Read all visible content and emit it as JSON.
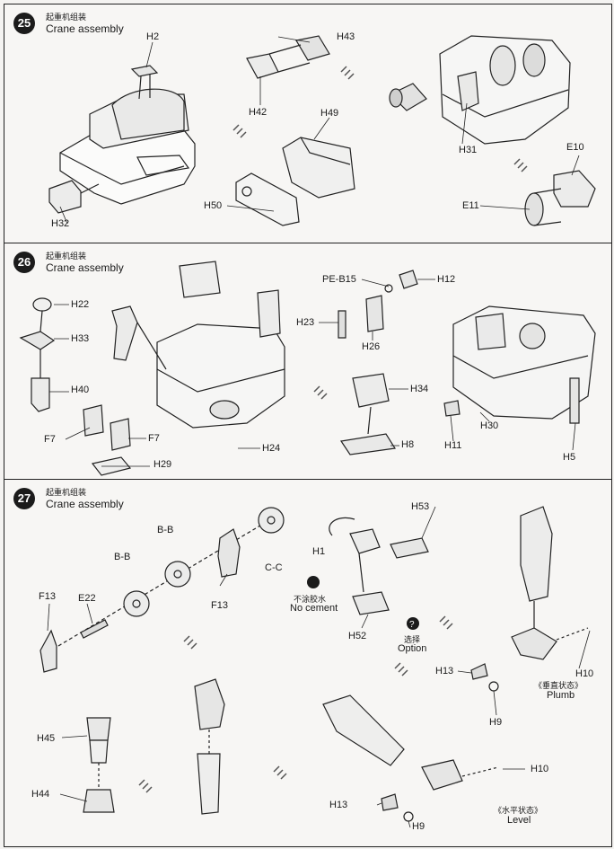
{
  "steps": [
    {
      "number": "25",
      "title_cn": "起重机组装",
      "title_en": "Crane assembly"
    },
    {
      "number": "26",
      "title_cn": "起重机组装",
      "title_en": "Crane assembly"
    },
    {
      "number": "27",
      "title_cn": "起重机组装",
      "title_en": "Crane assembly"
    }
  ],
  "parts25": {
    "h2": "H2",
    "h43": "H43",
    "h42": "H42",
    "h49": "H49",
    "h50": "H50",
    "h32": "H32",
    "h31": "H31",
    "e10": "E10",
    "e11": "E11"
  },
  "parts26": {
    "h22": "H22",
    "h33": "H33",
    "h40": "H40",
    "f7a": "F7",
    "f7b": "F7",
    "h29": "H29",
    "h24": "H24",
    "peb15": "PE-B15",
    "h12": "H12",
    "h23": "H23",
    "h26": "H26",
    "h34": "H34",
    "h8": "H8",
    "h11": "H11",
    "h30": "H30",
    "h5": "H5"
  },
  "parts27": {
    "bb1": "B-B",
    "bb2": "B-B",
    "cc": "C-C",
    "f13a": "F13",
    "f13b": "F13",
    "e22": "E22",
    "h1": "H1",
    "h53": "H53",
    "h52": "H52",
    "h45": "H45",
    "h44": "H44",
    "h13a": "H13",
    "h10a": "H10",
    "h9a": "H9",
    "h13b": "H13",
    "h10b": "H10",
    "h9b": "H9"
  },
  "notes": {
    "nocement_cn": "不涂胶水",
    "nocement_en": "No cement",
    "option_cn": "选择",
    "option_en": "Option",
    "plumb_cn": "《垂直状态》",
    "plumb_en": "Plumb",
    "level_cn": "《水平状态》",
    "level_en": "Level"
  }
}
